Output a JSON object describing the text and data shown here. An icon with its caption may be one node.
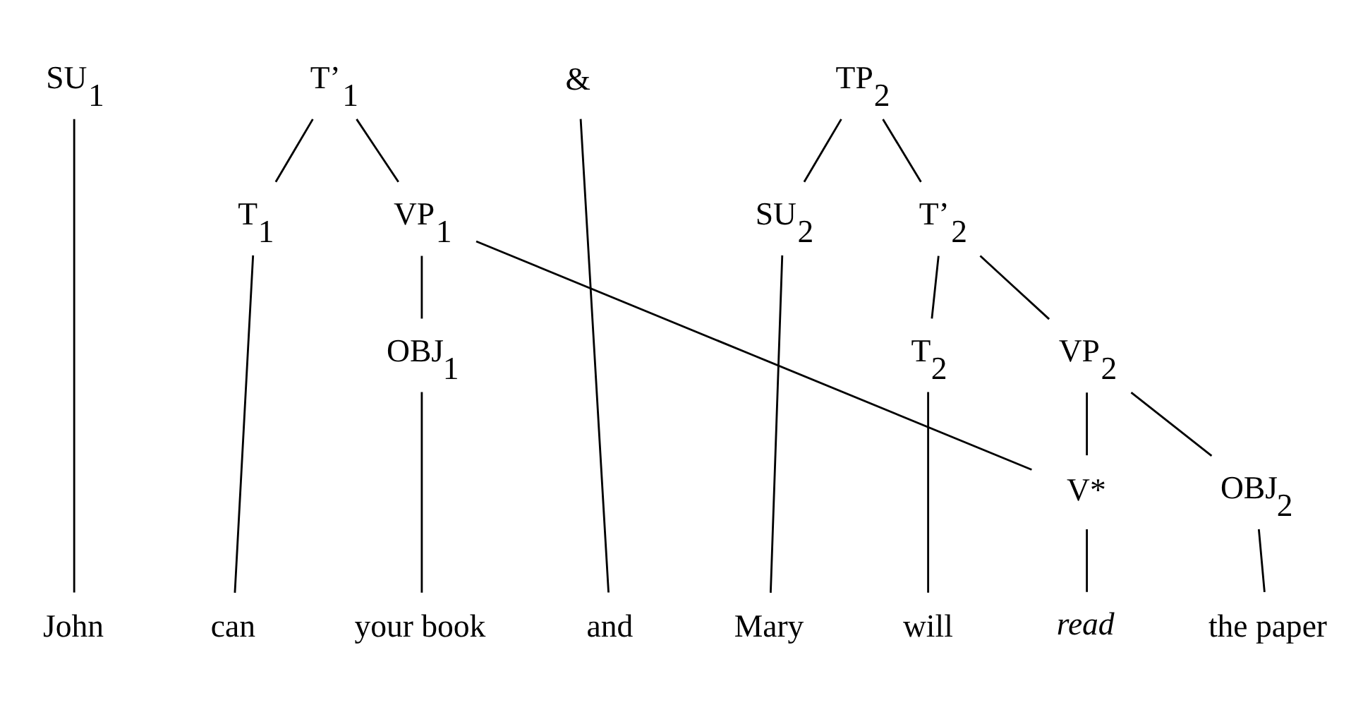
{
  "diagram": {
    "nodes": [
      {
        "text": [
          "SU$_{1}$"
        ]
      },
      {
        "text": [
          "T’$_{1}$"
        ]
      },
      {
        "text": [
          "&"
        ]
      },
      {
        "text": [
          "TP$_{2}$"
        ]
      },
      {
        "text": [
          "T$_{1}$"
        ]
      },
      {
        "text": [
          "VP$_{1}$"
        ]
      },
      {
        "text": [
          "SU$_{2}$"
        ]
      },
      {
        "text": [
          "T’$_{2}$"
        ]
      },
      {
        "text": [
          "OBJ$_{1}$"
        ]
      },
      {
        "text": [
          "T$_{2}$"
        ]
      },
      {
        "text": [
          "VP$_{2}$"
        ]
      },
      {
        "text": [
          "V*"
        ]
      },
      {
        "text": [
          "OBJ$_{2}$"
        ]
      },
      {
        "text": [
          "John"
        ]
      },
      {
        "text": [
          "can"
        ]
      },
      {
        "text": [
          "your book"
        ]
      },
      {
        "text": [
          "and"
        ]
      },
      {
        "text": [
          "Mary"
        ]
      },
      {
        "text": [
          "will"
        ]
      },
      {
        "text": [
          "read"
        ]
      },
      {
        "text": [
          "the paper"
        ]
      }
    ],
    "edges": [
      {
        "from": 1,
        "to": 4,
        "arrow": "none"
      },
      {
        "from": 1,
        "to": 5,
        "arrow": "none"
      },
      {
        "from": 5,
        "to": 8,
        "arrow": "none"
      },
      {
        "from": 5,
        "to": 11,
        "arrow": "none"
      },
      {
        "from": 3,
        "to": 6,
        "arrow": "none"
      },
      {
        "from": 3,
        "to": 7,
        "arrow": "none"
      },
      {
        "from": 7,
        "to": 9,
        "arrow": "none"
      },
      {
        "from": 7,
        "to": 10,
        "arrow": "none"
      },
      {
        "from": 10,
        "to": 11,
        "arrow": "none"
      },
      {
        "from": 10,
        "to": 12,
        "arrow": "none"
      },
      {
        "from": 0,
        "to": 13,
        "arrow": "none"
      },
      {
        "from": 4,
        "to": 14,
        "arrow": "none"
      },
      {
        "from": 8,
        "to": 15,
        "arrow": "none"
      },
      {
        "from": 2,
        "to": 16,
        "arrow": "none"
      },
      {
        "from": 6,
        "to": 17,
        "arrow": "none"
      },
      {
        "from": 9,
        "to": 18,
        "arrow": "none"
      },
      {
        "from": 11,
        "to": 19,
        "arrow": "none"
      },
      {
        "from": 12,
        "to": 20,
        "arrow": "none"
      }
    ]
  }
}
